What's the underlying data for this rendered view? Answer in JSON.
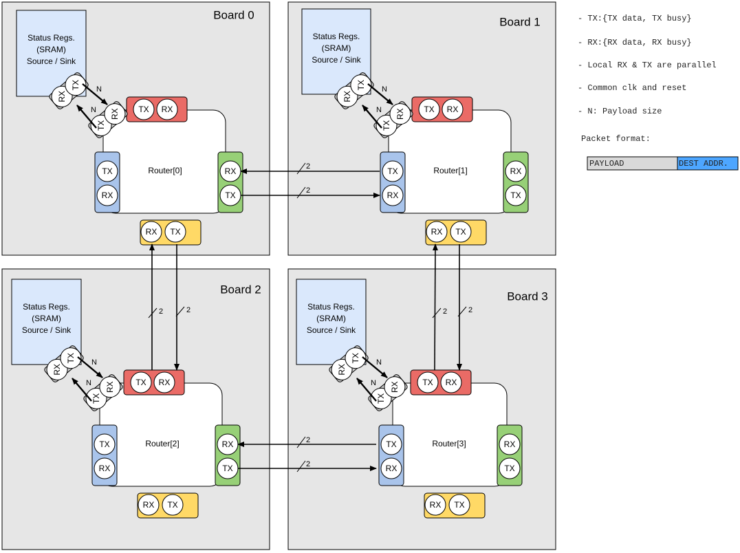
{
  "boards": [
    {
      "label": "Board 0",
      "router": "Router[0]"
    },
    {
      "label": "Board 1",
      "router": "Router[1]"
    },
    {
      "label": "Board 2",
      "router": "Router[2]"
    },
    {
      "label": "Board 3",
      "router": "Router[3]"
    }
  ],
  "status_regs": {
    "line1": "Status Regs.",
    "line2": "(SRAM)",
    "line3": "Source / Sink"
  },
  "ports": {
    "tx": "TX",
    "rx": "RX"
  },
  "link_width_label": "2",
  "payload_width_label": "N",
  "notes": [
    "- TX:{TX data, TX busy}",
    "- RX:{RX data, RX busy}",
    "- Local RX & TX are parallel",
    "- Common clk and reset",
    "- N: Payload size"
  ],
  "packet": {
    "title": "Packet format:",
    "payload_label": "PAYLOAD",
    "dest_label": "DEST ADDR.",
    "payload_color": "#d9d9d9",
    "dest_color": "#4da6ff"
  },
  "colors": {
    "board_bg": "#e6e6e6",
    "sram_bg": "#dae8fc",
    "red_port": "#ea6b66",
    "green_port": "#97d077",
    "blue_port": "#a9c4eb",
    "yellow_port": "#ffd966",
    "local_port": "#c9c9c9"
  }
}
